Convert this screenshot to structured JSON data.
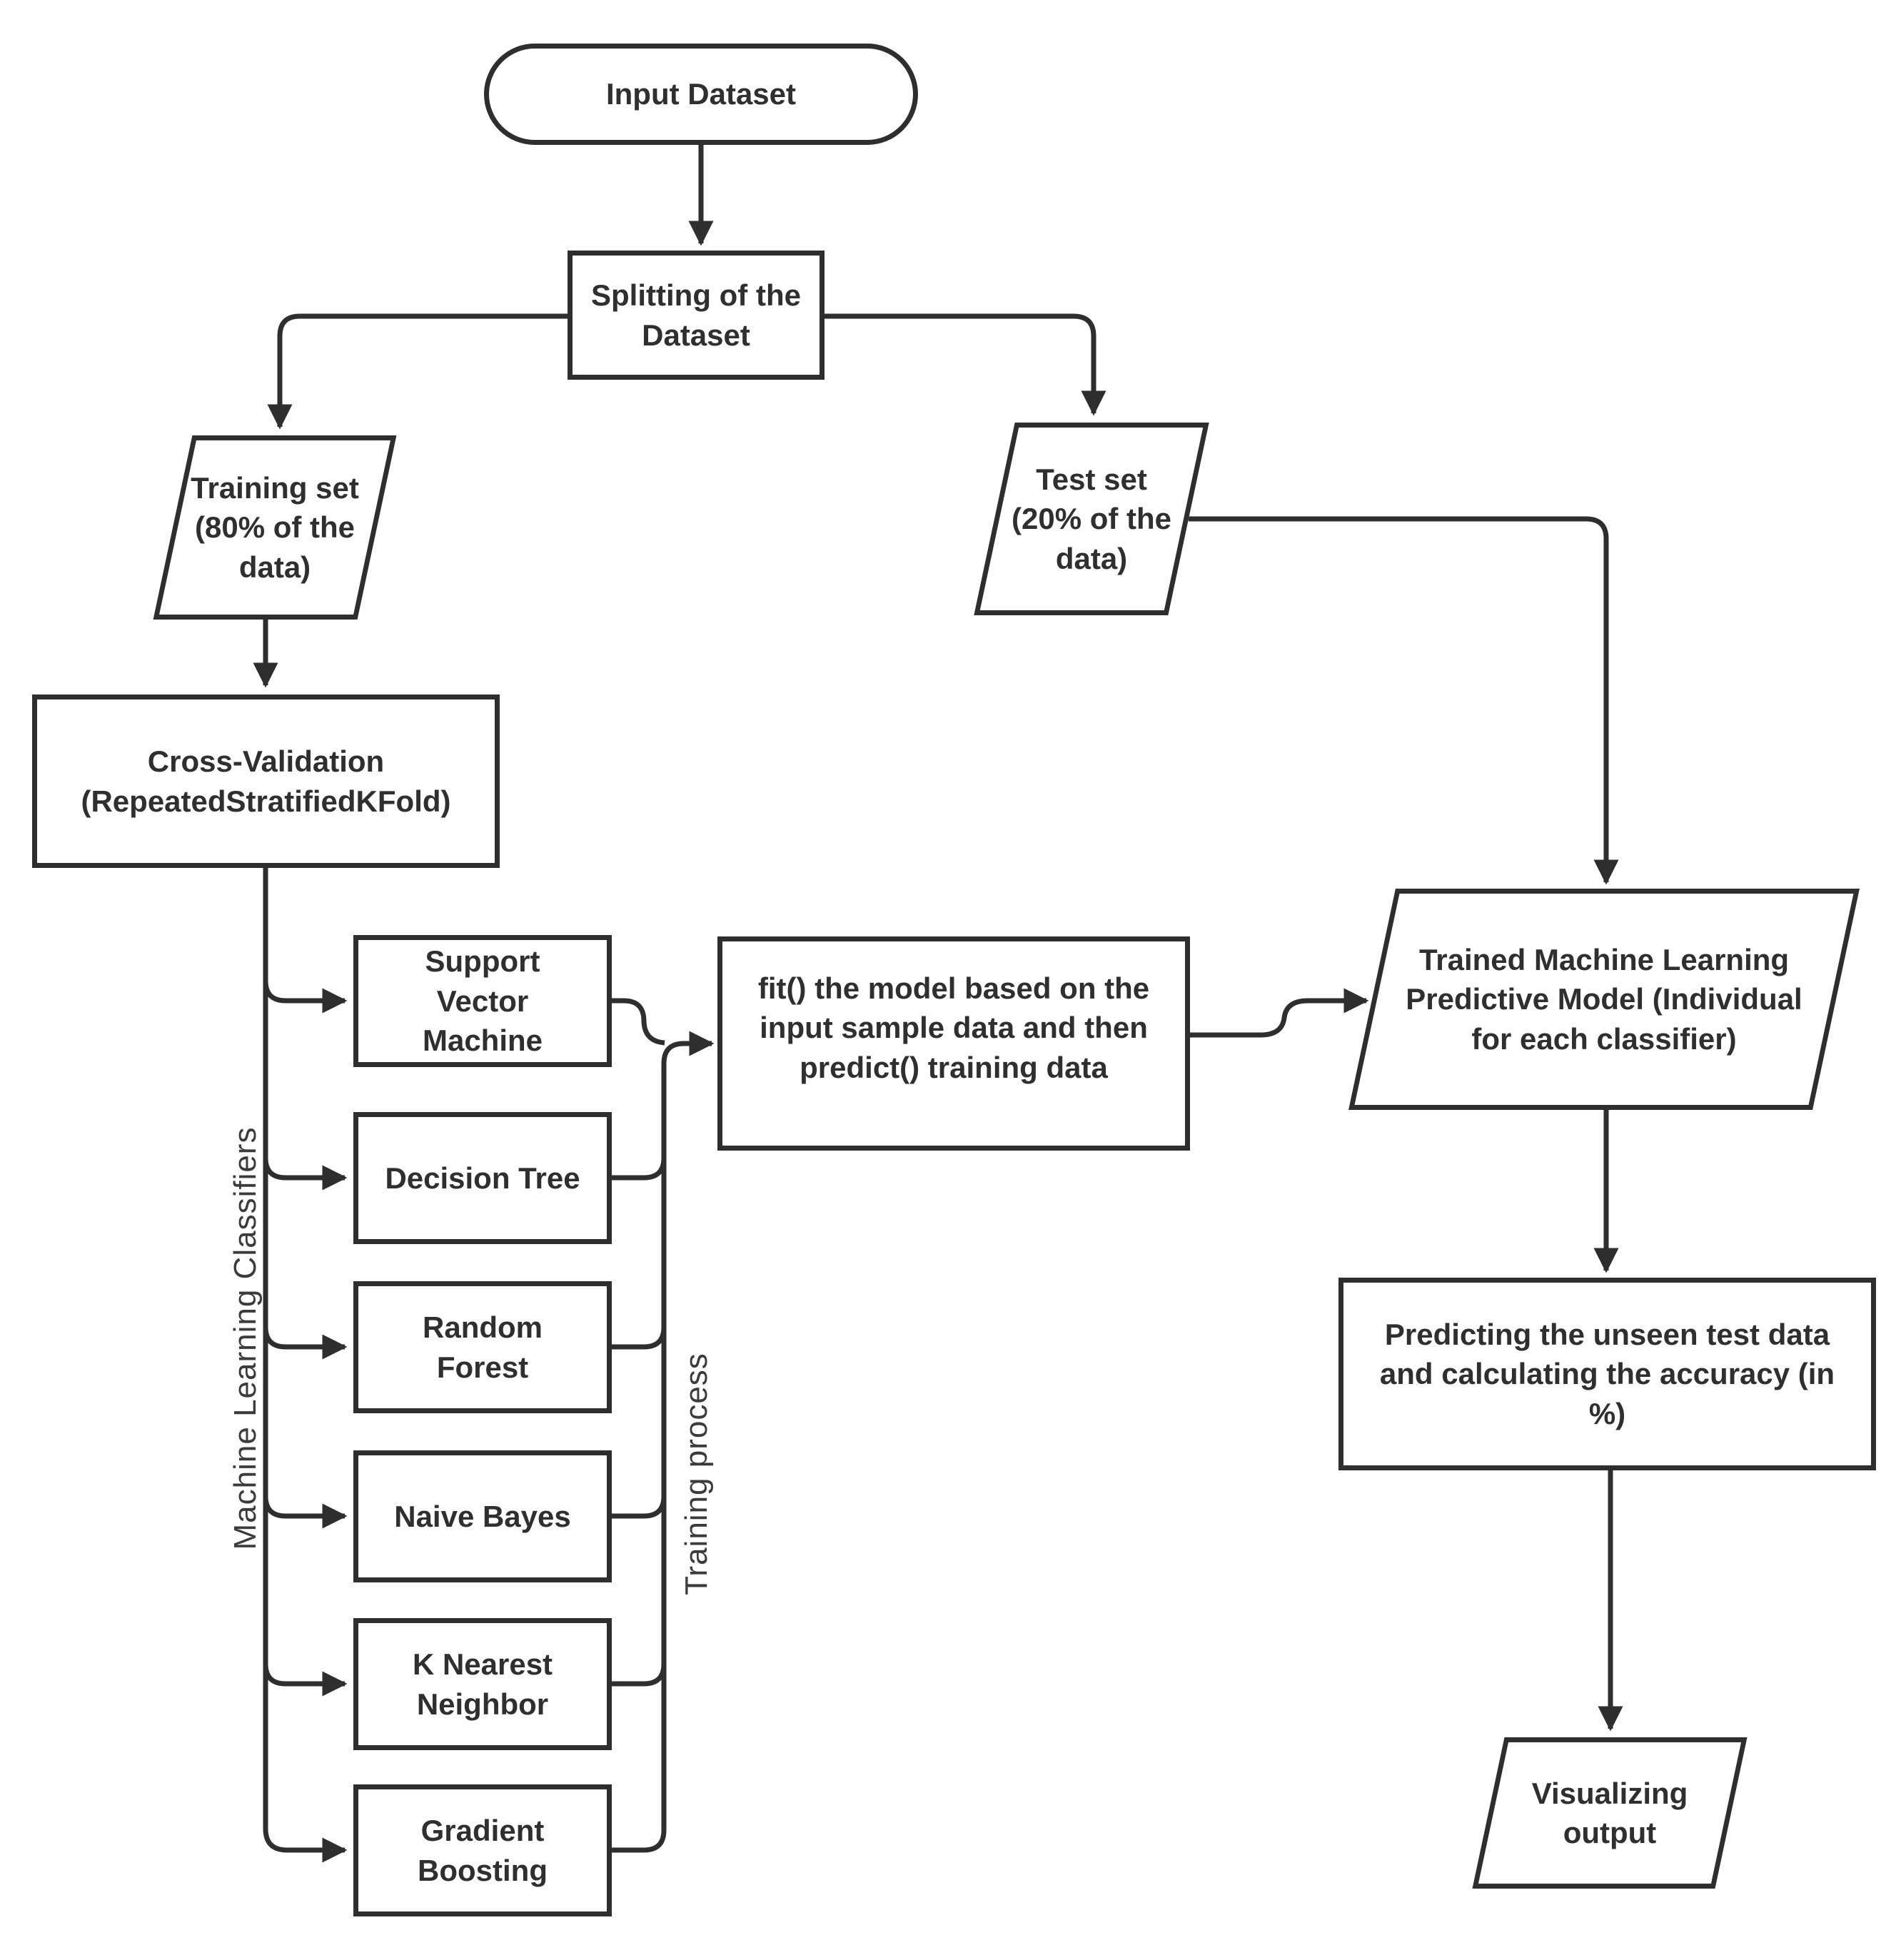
{
  "colors": {
    "stroke": "#2e2e2e",
    "text": "#2f2f2f",
    "background": "#ffffff"
  },
  "nodes": {
    "input_dataset": {
      "label": "Input Dataset",
      "shape": "terminator"
    },
    "splitting": {
      "label": "Splitting of the Dataset",
      "shape": "process"
    },
    "training_set": {
      "label": "Training set (80% of the data)",
      "shape": "data"
    },
    "test_set": {
      "label": "Test set (20% of the data)",
      "shape": "data"
    },
    "cross_validation": {
      "label": "Cross-Validation (RepeatedStratifiedKFold)",
      "shape": "process"
    },
    "classifiers": [
      {
        "label": "Support Vector Machine"
      },
      {
        "label": "Decision Tree"
      },
      {
        "label": "Random Forest"
      },
      {
        "label": "Naive Bayes"
      },
      {
        "label": "K Nearest Neighbor"
      },
      {
        "label": "Gradient Boosting"
      }
    ],
    "fit_predict": {
      "label": "fit() the model based on the input sample data and then predict() training data",
      "shape": "process"
    },
    "trained_model": {
      "label": "Trained Machine Learning Predictive Model (Individual for each classifier)",
      "shape": "data"
    },
    "predicting": {
      "label": "Predicting the unseen test data and calculating the accuracy (in %)",
      "shape": "process"
    },
    "visualizing": {
      "label": "Visualizing output",
      "shape": "data"
    }
  },
  "group_labels": {
    "left": "Machine Learning Classifiers",
    "right": "Training process"
  }
}
